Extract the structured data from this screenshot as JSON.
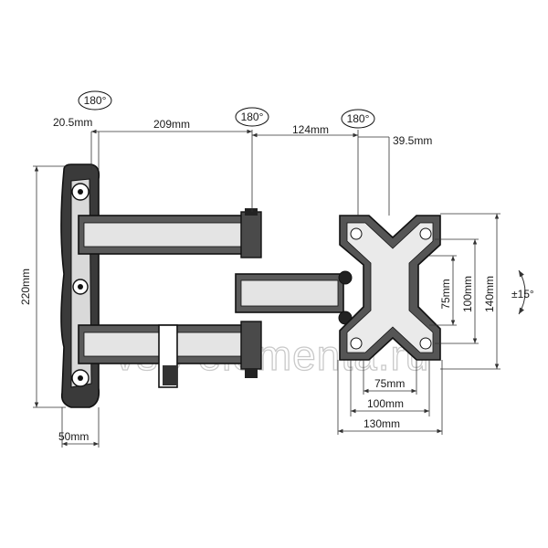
{
  "rotation_labels": {
    "wall_pivot": "180°",
    "middle_pivot": "180°",
    "head_pivot": "180°",
    "tilt": "±15°"
  },
  "dimensions": {
    "wall_plate_offset": "20.5mm",
    "arm1_length": "209mm",
    "arm2_length": "124mm",
    "head_offset": "39.5mm",
    "plate_height": "220mm",
    "plate_width": "50mm",
    "vesa_75_h": "75mm",
    "vesa_100_h": "100mm",
    "vesa_130_h": "130mm",
    "vesa_75_v": "75mm",
    "vesa_100_v": "100mm",
    "vesa_140_v": "140mm"
  },
  "watermark": "vse-elementa.ru"
}
